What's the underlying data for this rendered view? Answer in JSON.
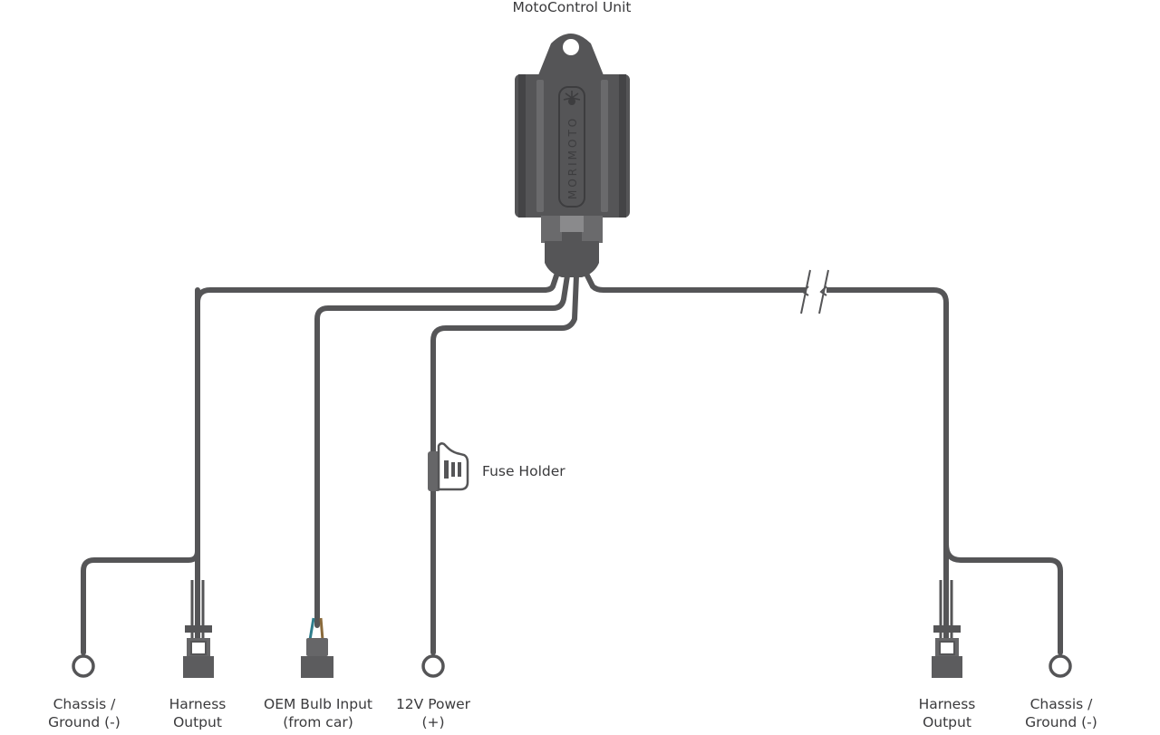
{
  "labels": {
    "unit": "MotoControl Unit",
    "fuse": "Fuse Holder",
    "left_ground": [
      "Chassis /",
      "Ground (-)"
    ],
    "left_harness": [
      "Harness",
      "Output"
    ],
    "oem_bulb": [
      "OEM Bulb Input",
      "(from car)"
    ],
    "power": [
      "12V Power",
      "(+)"
    ],
    "right_harness": [
      "Harness",
      "Output"
    ],
    "right_ground": [
      "Chassis /",
      "Ground (-)"
    ]
  },
  "device": {
    "brand": "MORIMOTO"
  },
  "colors": {
    "wire": "#555557",
    "text": "#3a3a3c",
    "oem_wire_blue": "#2e7d8c",
    "oem_wire_brown": "#8a6a3b"
  }
}
